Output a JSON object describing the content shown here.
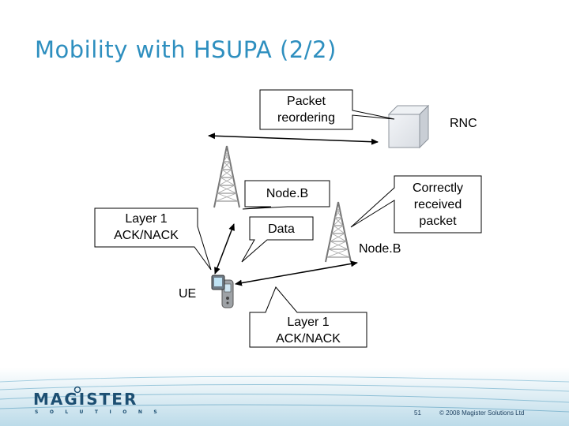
{
  "slide": {
    "title": "Mobility with HSUPA (2/2)"
  },
  "diagram": {
    "callouts": {
      "packet_reordering": "Packet\nreordering",
      "node_b_top": "Node.B",
      "layer1_left": "Layer 1\nACK/NACK",
      "data": "Data",
      "correctly_received": "Correctly\nreceived\npacket",
      "layer1_bottom": "Layer 1\nACK/NACK"
    },
    "labels": {
      "rnc": "RNC",
      "node_b_right": "Node.B",
      "ue": "UE"
    },
    "icons": [
      "antenna-tower-icon",
      "rnc-server-icon",
      "mobile-phone-icon"
    ]
  },
  "footer": {
    "logo_word": "MAGISTER",
    "logo_sub": "SOLUTIONS",
    "page_number": "51",
    "copyright": "© 2008 Magister Solutions Ltd"
  }
}
